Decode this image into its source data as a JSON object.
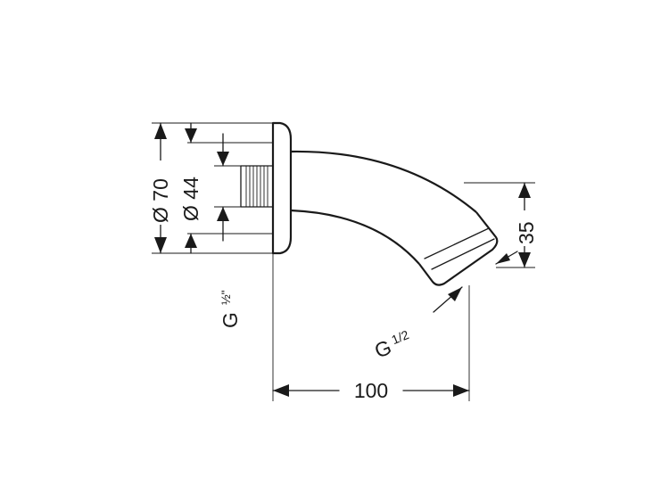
{
  "dimensions": {
    "diameter_outer": "Ø 70",
    "diameter_inner": "Ø 44",
    "thread_left": {
      "main": "G",
      "fraction": "½\""
    },
    "thread_right": {
      "main": "G",
      "fraction": "1/2"
    },
    "height": "35",
    "length": "100"
  }
}
